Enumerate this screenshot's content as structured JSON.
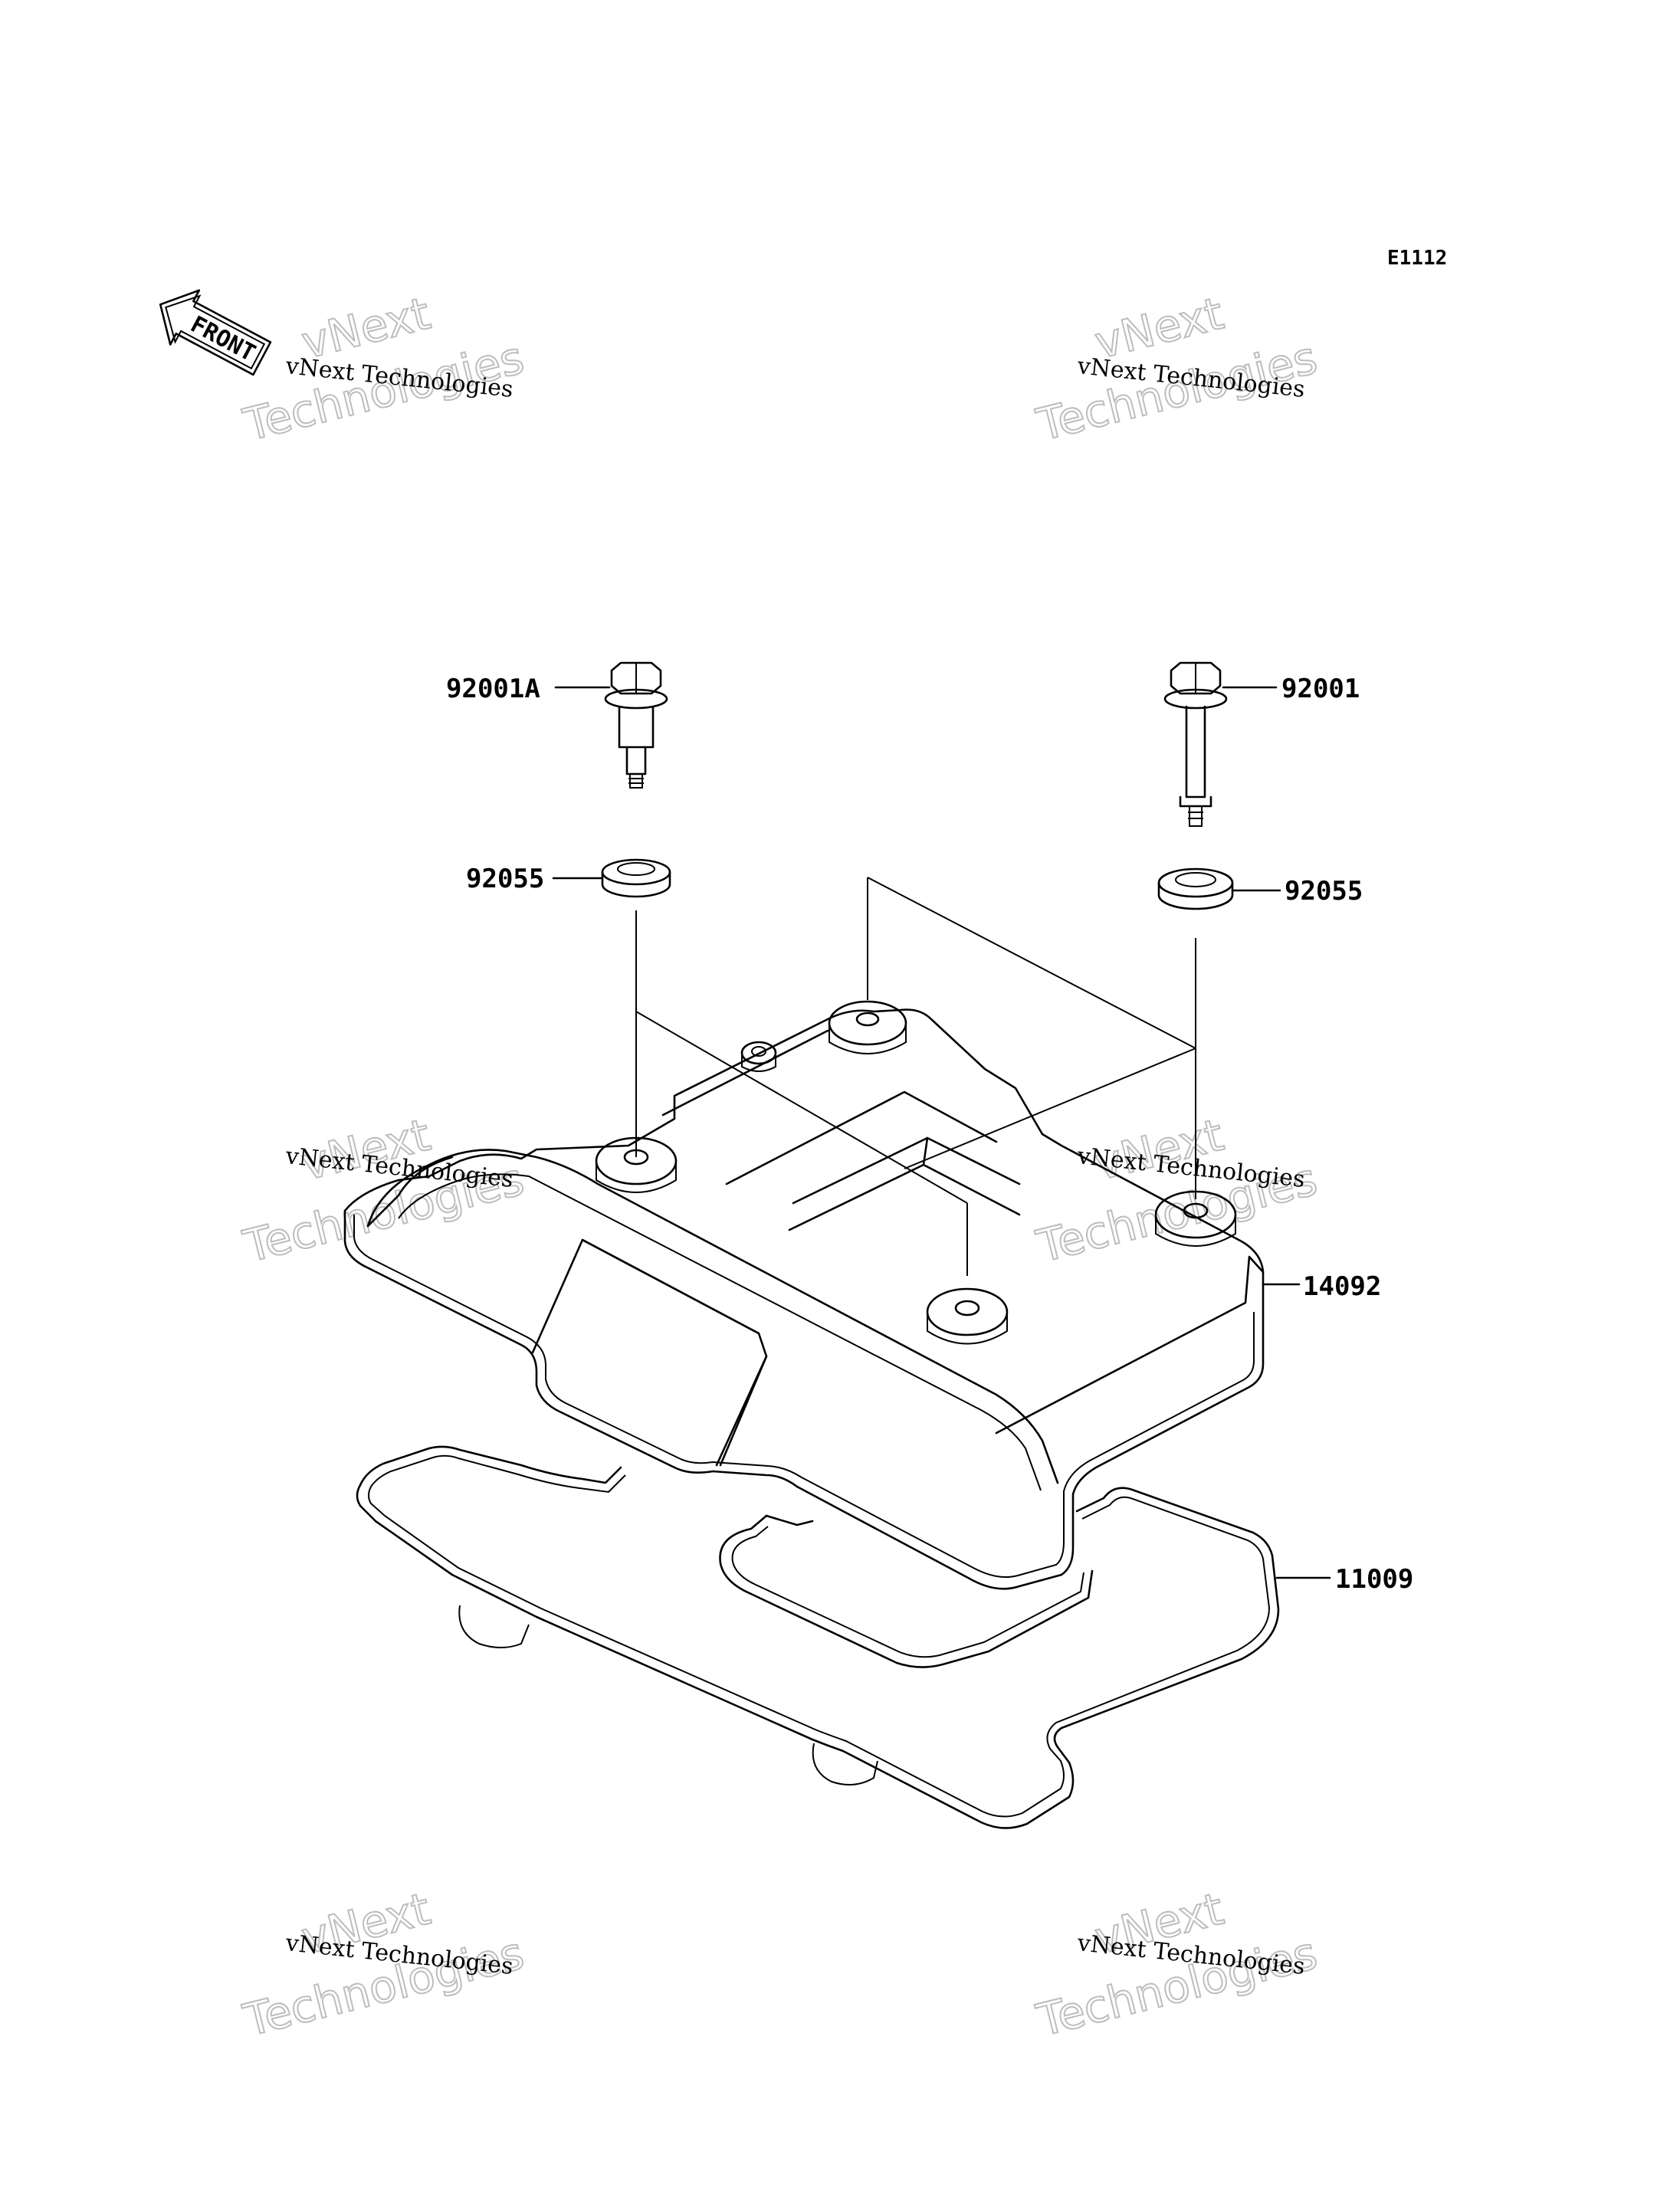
{
  "figure_code": "E1112",
  "front_label": "FRONT",
  "watermark": {
    "small": "vNext Technologies",
    "big_line1": "vNext",
    "big_line2": "Technologies"
  },
  "parts": {
    "bolt_left": "92001A",
    "bolt_right": "92001",
    "washer_left": "92055",
    "washer_right": "92055",
    "cover": "14092",
    "gasket": "11009"
  }
}
